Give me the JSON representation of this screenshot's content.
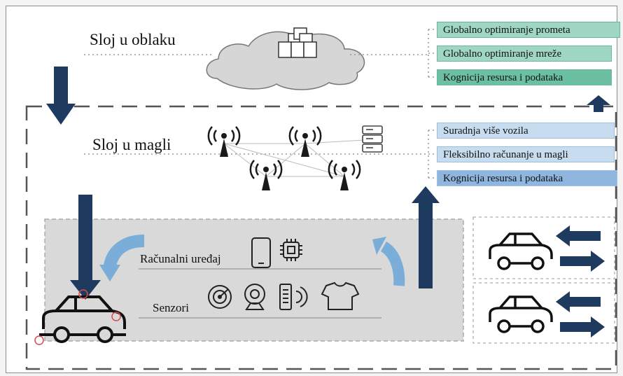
{
  "layers": {
    "cloud": {
      "label": "Sloj u oblaku",
      "tags": [
        "Globalno optimiranje prometa",
        "Globalno optimiranje mreže",
        "Kognicija resursa i podataka"
      ]
    },
    "fog": {
      "label": "Sloj u magli",
      "tags": [
        "Suradnja više vozila",
        "Fleksibilno računanje u magli",
        "Kognicija resursa i podataka"
      ]
    },
    "edge": {
      "computing_label": "Računalni uređaj",
      "sensors_label": "Senzori"
    }
  },
  "colors": {
    "arrow": "#1f3a5f",
    "green_tag": "#9fd6c4",
    "green_tag_dark": "#6cc0a2",
    "blue_tag": "#c8dcef",
    "blue_tag_dark": "#8eb6de",
    "edge_panel": "#d9d9d9",
    "curved_arrow": "#7aaed8"
  },
  "icons": [
    "server-cluster-icon",
    "antenna-tower-icon",
    "server-rack-icon",
    "smartphone-icon",
    "chip-icon",
    "radar-icon",
    "webcam-icon",
    "signal-sensor-icon",
    "tshirt-icon",
    "car-icon"
  ]
}
